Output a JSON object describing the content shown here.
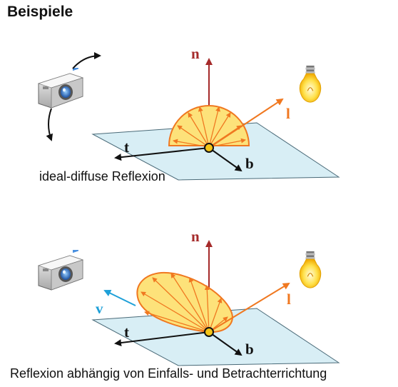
{
  "heading": "Beispiele",
  "examples": [
    {
      "caption": "ideal-diffuse Reflexion",
      "labels": {
        "normal": "n",
        "tangent": "t",
        "binormal": "b",
        "light": "l"
      }
    },
    {
      "caption": "Reflexion abhängig von Einfalls- und Betrachterrichtung",
      "labels": {
        "normal": "n",
        "tangent": "t",
        "binormal": "b",
        "light": "l",
        "view": "v"
      }
    }
  ],
  "colors": {
    "normal": "#a52a2a",
    "light": "#f07820",
    "view": "#1ea0d8",
    "surface": "#d8eef5",
    "lobe_fill": "#fde27a",
    "lobe_stroke": "#f07820",
    "axes": "#111111",
    "origin_dot": "#f5c518"
  },
  "icons": [
    "camera-icon",
    "lightbulb-icon",
    "rotate-arrow-icon"
  ]
}
